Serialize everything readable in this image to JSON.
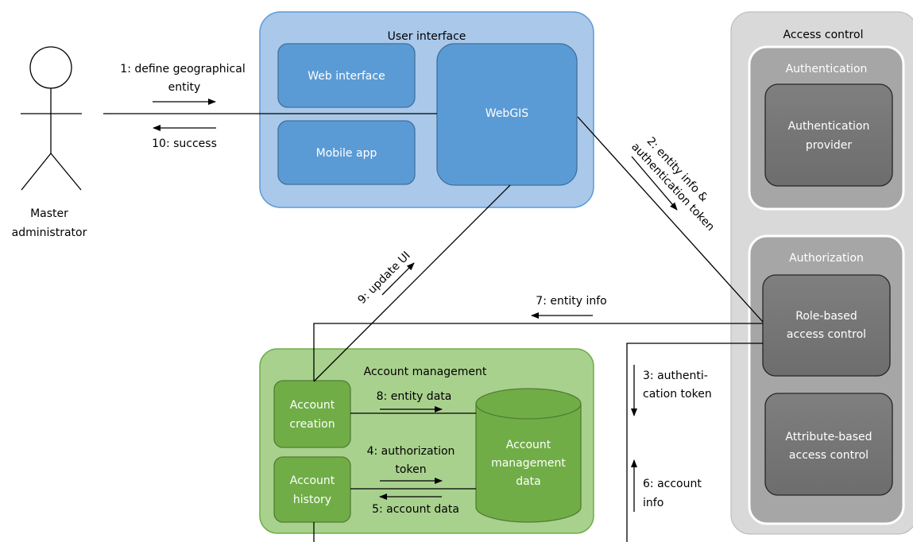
{
  "actor": {
    "label_line1": "Master",
    "label_line2": "administrator"
  },
  "user_interface": {
    "title": "User interface",
    "web_interface": "Web interface",
    "mobile_app": "Mobile app",
    "webgis": "WebGIS"
  },
  "access_control": {
    "title": "Access control",
    "authentication": {
      "title": "Authentication",
      "provider_line1": "Authentication",
      "provider_line2": "provider"
    },
    "authorization": {
      "title": "Authorization",
      "rbac_line1": "Role-based",
      "rbac_line2": "access control",
      "abac_line1": "Attribute-based",
      "abac_line2": "access control"
    }
  },
  "account_management": {
    "title": "Account management",
    "creation_line1": "Account",
    "creation_line2": "creation",
    "history_line1": "Account",
    "history_line2": "history",
    "data_line1": "Account",
    "data_line2": "management",
    "data_line3": "data"
  },
  "messages": {
    "m1_line1": "1: define geographical",
    "m1_line2": "entity",
    "m10": "10: success",
    "m2_line1": "2: entity info &",
    "m2_line2": "authentication token",
    "m9": "9: update UI",
    "m7": "7: entity info",
    "m3_line1": "3: authenti-",
    "m3_line2": "cation token",
    "m6_line1": "6: account",
    "m6_line2": "info",
    "m8": "8: entity data",
    "m4_line1": "4: authorization",
    "m4_line2": "token",
    "m5": "5: account data"
  },
  "colors": {
    "ui_container_fill": "#a9c8ea",
    "ui_container_stroke": "#5b9bd5",
    "ui_box_fill": "#5b9bd5",
    "ui_box_stroke": "#41719c",
    "am_container_fill": "#a9d18e",
    "am_container_stroke": "#70ad47",
    "am_box_fill": "#70ad47",
    "am_box_stroke": "#507e32",
    "ac_container_fill": "#d9d9d9",
    "ac_sub_fill": "#a6a6a6",
    "ac_box_fill": "#767676",
    "line": "#000000"
  }
}
